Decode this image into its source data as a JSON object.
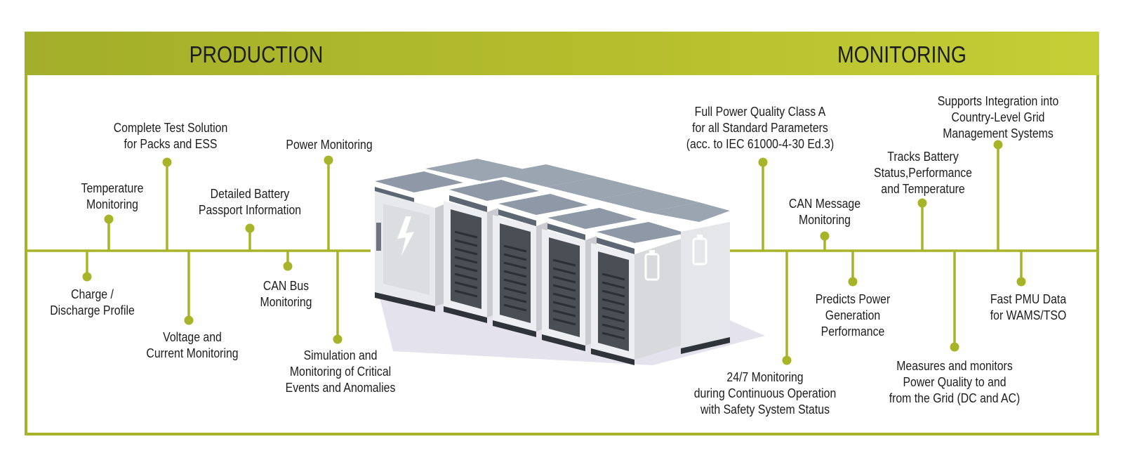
{
  "header": {
    "production_title": "PRODUCTION",
    "monitoring_title": "MONITORING"
  },
  "production": {
    "charge_discharge": "Charge /\nDischarge Profile",
    "temperature": "Temperature\nMonitoring",
    "complete_test": "Complete Test Solution\nfor Packs and ESS",
    "voltage_current": "Voltage and\nCurrent Monitoring",
    "battery_passport": "Detailed Battery\nPassport Information",
    "can_bus": "CAN Bus\nMonitoring",
    "power_monitoring": "Power Monitoring",
    "simulation": "Simulation and\nMonitoring of Critical\nEvents and Anomalies"
  },
  "monitoring": {
    "power_quality_class_a": "Full Power Quality Class A\nfor all Standard Parameters\n(acc. to IEC 61000-4-30 Ed.3)",
    "continuous_monitoring": "24/7 Monitoring\nduring Continuous Operation\nwith Safety System Status",
    "can_message": "CAN Message\nMonitoring",
    "predicts_power": "Predicts Power\nGeneration\nPerformance",
    "tracks_battery": "Tracks Battery\nStatus,Performance\nand Temperature",
    "measures_power_quality": "Measures and monitors\nPower Quality to and\nfrom the Grid (DC and AC)",
    "grid_integration": "Supports Integration into\nCountry-Level Grid\nManagement Systems",
    "fast_pmu": "Fast PMU Data\nfor WAMS/TSO"
  },
  "colors": {
    "accent": "#a8b428",
    "header_start": "#a3ae2a",
    "header_end": "#c4cf36",
    "cabinet_body": "#e6e7ea",
    "cabinet_roof": "#8e98a6",
    "cabinet_panel": "#4a4e55"
  }
}
